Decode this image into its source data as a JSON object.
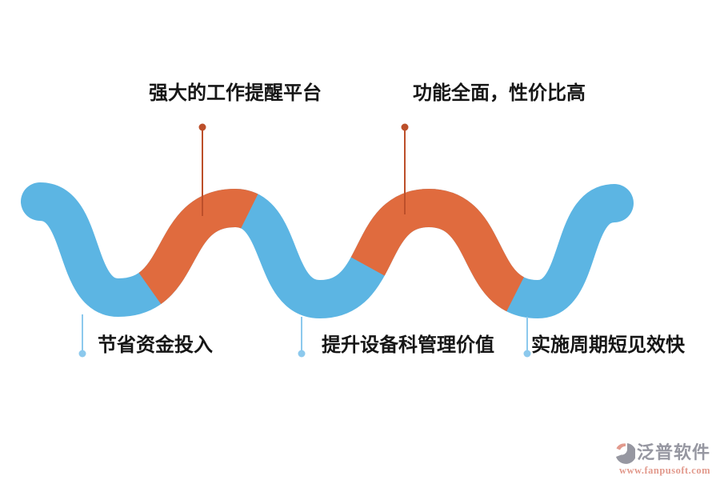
{
  "labels": {
    "top": [
      {
        "text": "强大的工作提醒平台"
      },
      {
        "text": "功能全面，性价比高"
      }
    ],
    "bottom": [
      {
        "text": "节省资金投入"
      },
      {
        "text": "提升设备科管理价值"
      },
      {
        "text": "实施周期短见效快"
      }
    ]
  },
  "watermark": {
    "brand": "泛普软件",
    "url_text": "www.fanpusoft.com"
  },
  "colors": {
    "wave_blue": "#5CB5E3",
    "wave_orange": "#E06B3E",
    "leader_orange": "#BC4F2A",
    "leader_blue": "#8CC9ED",
    "text": "#161616",
    "logo_gray": "#9697A1",
    "logo_salmon": "#E29A8D",
    "background": "#ffffff"
  }
}
